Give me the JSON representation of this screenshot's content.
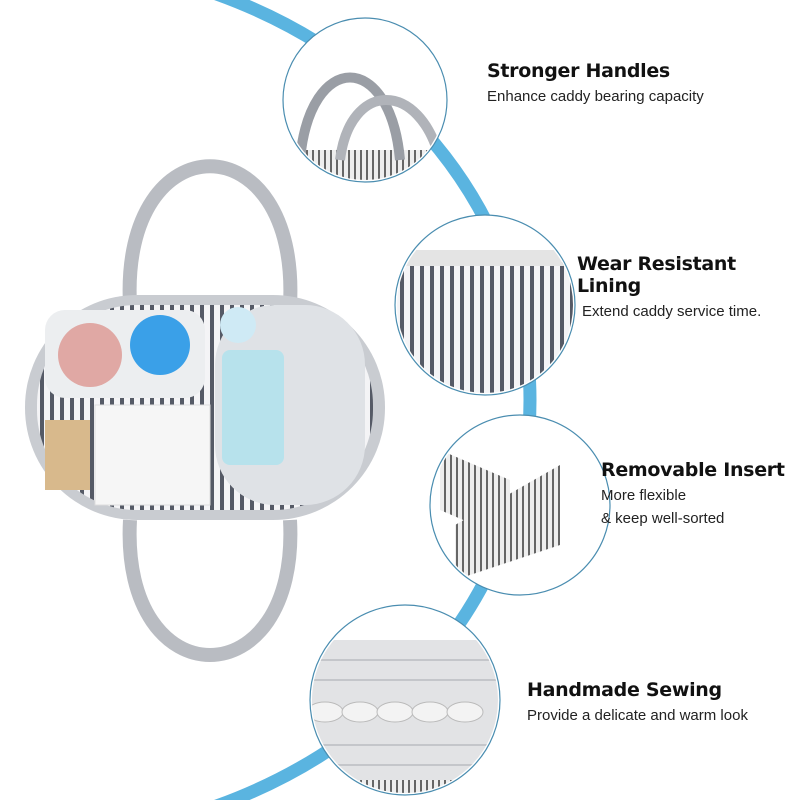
{
  "colors": {
    "accent": "#5ab4e0",
    "stripe": "#555a66",
    "rope": "#b9bcc2"
  },
  "features": [
    {
      "title": "Stronger Handles",
      "desc": "Enhance caddy bearing capacity"
    },
    {
      "title": "Wear Resistant Lining",
      "desc": "Extend caddy service time."
    },
    {
      "title": "Removable Insert",
      "desc": "More flexible",
      "desc2": "& keep well-sorted"
    },
    {
      "title": "Handmade Sewing",
      "desc": "Provide a delicate and warm look"
    }
  ]
}
